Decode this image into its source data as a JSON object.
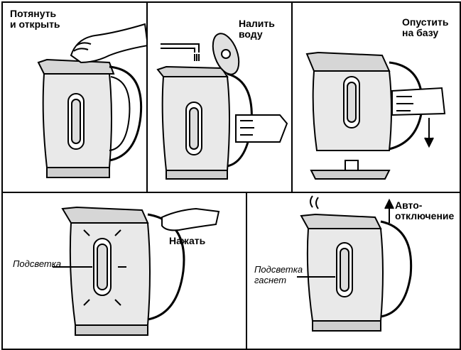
{
  "steps": [
    {
      "label": "Потянуть\nи открыть"
    },
    {
      "label": "Налить\nводу"
    },
    {
      "label": "Опустить\nна базу"
    },
    {
      "label": "Нажать",
      "indicator": "Подсветка"
    },
    {
      "label": "Авто-\nотключение",
      "indicator": "Подсветка\nгаснет"
    }
  ]
}
